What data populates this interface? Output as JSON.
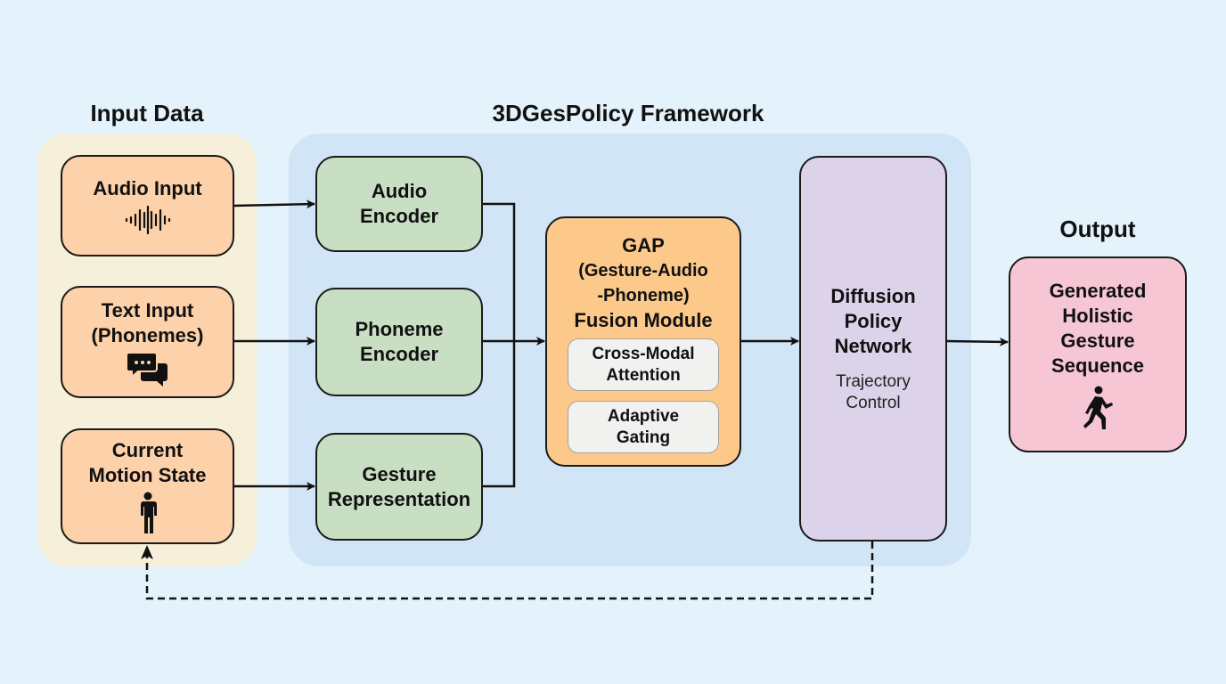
{
  "sections": {
    "input_title": "Input Data",
    "framework_title": "3DGesPolicy Framework",
    "output_title": "Output"
  },
  "inputs": [
    {
      "lines": [
        "Audio Input"
      ],
      "icon": "audio-waveform-icon"
    },
    {
      "lines": [
        "Text Input",
        "(Phonemes)"
      ],
      "icon": "chat-bubbles-icon"
    },
    {
      "lines": [
        "Current",
        "Motion State"
      ],
      "icon": "person-standing-icon"
    }
  ],
  "encoders": [
    {
      "lines": [
        "Audio",
        "Encoder"
      ]
    },
    {
      "lines": [
        "Phoneme",
        "Encoder"
      ]
    },
    {
      "lines": [
        "Gesture",
        "Representation"
      ]
    }
  ],
  "fusion": {
    "lines": [
      "GAP",
      "(Gesture-Audio",
      "-Phoneme)",
      "Fusion Module"
    ],
    "submodules": [
      {
        "lines": [
          "Cross-Modal",
          "Attention"
        ]
      },
      {
        "lines": [
          "Adaptive",
          "Gating"
        ]
      }
    ]
  },
  "diffusion": {
    "lines": [
      "Diffusion",
      "Policy",
      "Network"
    ],
    "subtitle_lines": [
      "Trajectory",
      "Control"
    ]
  },
  "output": {
    "lines": [
      "Generated",
      "Holistic",
      "Gesture",
      "Sequence"
    ],
    "icon": "person-walking-icon"
  },
  "colors": {
    "background": "#e4f3fb",
    "input_panel": "#f6efd9",
    "framework_panel": "#d2e5f7",
    "input_box": "#fdd1a9",
    "encoder_box": "#c9dfc3",
    "fusion_box": "#fcc98b",
    "diffusion_box": "#dcd2ea",
    "output_box": "#f6c6d4"
  },
  "connections": [
    {
      "from": "Audio Input",
      "to": "Audio Encoder",
      "style": "solid"
    },
    {
      "from": "Text Input (Phonemes)",
      "to": "Phoneme Encoder",
      "style": "solid"
    },
    {
      "from": "Current Motion State",
      "to": "Gesture Representation",
      "style": "solid"
    },
    {
      "from": "Encoders",
      "to": "GAP Fusion Module",
      "style": "solid"
    },
    {
      "from": "GAP Fusion Module",
      "to": "Diffusion Policy Network",
      "style": "solid"
    },
    {
      "from": "Diffusion Policy Network",
      "to": "Generated Holistic Gesture Sequence",
      "style": "solid"
    },
    {
      "from": "Diffusion Policy Network",
      "to": "Current Motion State",
      "style": "dashed"
    }
  ]
}
